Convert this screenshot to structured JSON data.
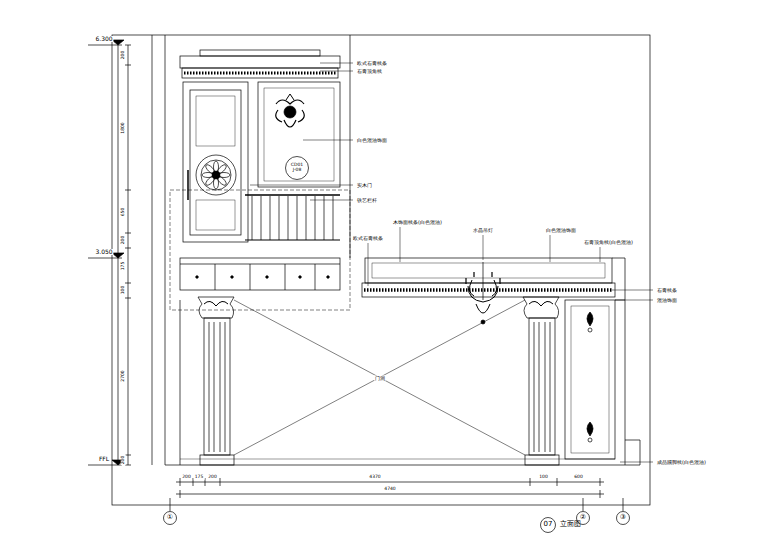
{
  "diagram": {
    "nodes": [
      {
        "text": [
          "CD01",
          "J-08"
        ]
      },
      {
        "text": [
          "①"
        ]
      },
      {
        "text": [
          "②"
        ]
      },
      {
        "text": [
          "③"
        ]
      },
      {
        "text": [
          "07",
          "立面图"
        ]
      }
    ],
    "labels": [
      "6.300",
      "3.050",
      "FFL",
      "200",
      "1800",
      "650",
      "200",
      "175",
      "100",
      "2700",
      "200",
      "200",
      "175",
      "200",
      "4370",
      "100",
      "600",
      "4740",
      "欧式石膏线条",
      "石膏顶角线",
      "白色混油饰面",
      "实木门",
      "铁艺栏杆",
      "木饰面线条(白色混油)",
      "欧式石膏线条",
      "水晶吊灯",
      "白色混油饰面",
      "石膏顶角线(白色混油)",
      "石膏线条",
      "混油饰面",
      "成品踢脚线(白色混油)",
      "门洞"
    ]
  }
}
